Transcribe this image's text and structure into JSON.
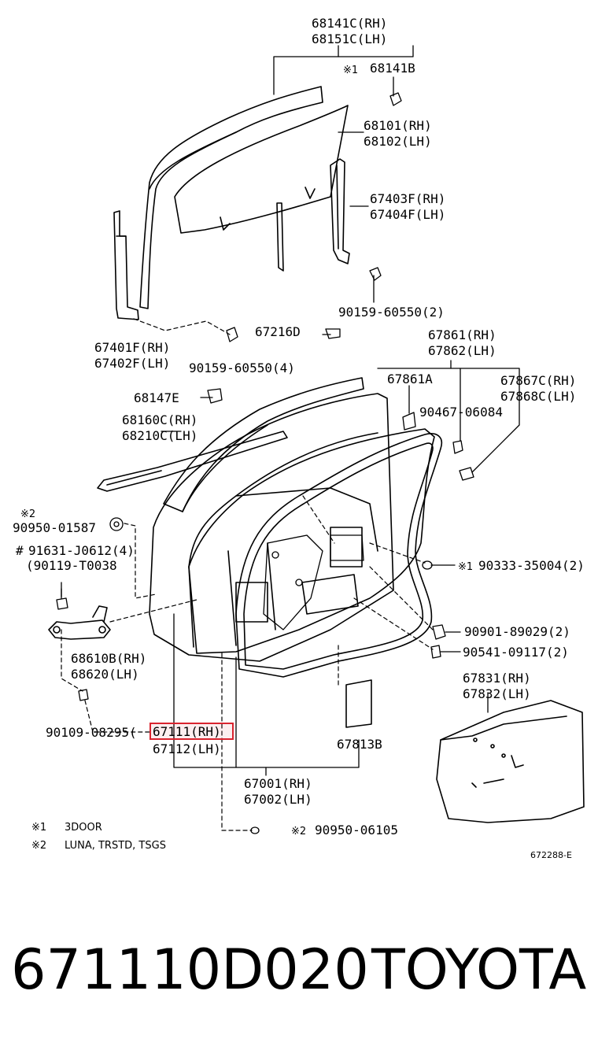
{
  "labels": {
    "l_68141c": "68141C(RH)",
    "l_68151c": "68151C(LH)",
    "l_68141b_mark": "※1",
    "l_68141b": "68141B",
    "l_68101": "68101(RH)",
    "l_68102": "68102(LH)",
    "l_67403f": "67403F(RH)",
    "l_67404f": "67404F(LH)",
    "l_90159_a": "90159-60550(2)",
    "l_67401f": "67401F(RH)",
    "l_67402f": "67402F(LH)",
    "l_90159_b": "90159-60550(4)",
    "l_67216d": "67216D",
    "l_67861": "67861(RH)",
    "l_67862": "67862(LH)",
    "l_67861a": "67861A",
    "l_67867c": "67867C(RH)",
    "l_67868c": "67868C(LH)",
    "l_90467": "90467-06084",
    "l_68147e": "68147E",
    "l_68160c": "68160C(RH)",
    "l_68210c": "68210C(LH)",
    "l_90950_mark": "※2",
    "l_90950a": "90950-01587",
    "l_91631_mark": "#",
    "l_91631": "91631-J0612(4)",
    "l_90119": "(90119-T0038",
    "l_90333_mark": "※1",
    "l_90333": "90333-35004(2)",
    "l_90901": "90901-89029(2)",
    "l_90541": "90541-09117(2)",
    "l_68610b": "68610B(RH)",
    "l_68620": "68620(LH)",
    "l_67831": "67831(RH)",
    "l_67832": "67832(LH)",
    "l_90109": "90109-08295(",
    "l_67111": "67111(RH)",
    "l_67112": "67112(LH)",
    "l_67813b": "67813B",
    "l_67001": "67001(RH)",
    "l_67002": "67002(LH)",
    "l_90950b_mark": "※2",
    "l_90950b": "90950-06105"
  },
  "notes": {
    "n1_mark": "※1",
    "n1_text": "3DOOR",
    "n2_mark": "※2",
    "n2_text": "LUNA, TRSTD, TSGS"
  },
  "diagram_code": "672288-E",
  "highlight": {
    "part": "67111(RH)",
    "color": "#d9232e"
  },
  "footer": {
    "part_number": "671110D020",
    "brand": "TOYOTA"
  }
}
